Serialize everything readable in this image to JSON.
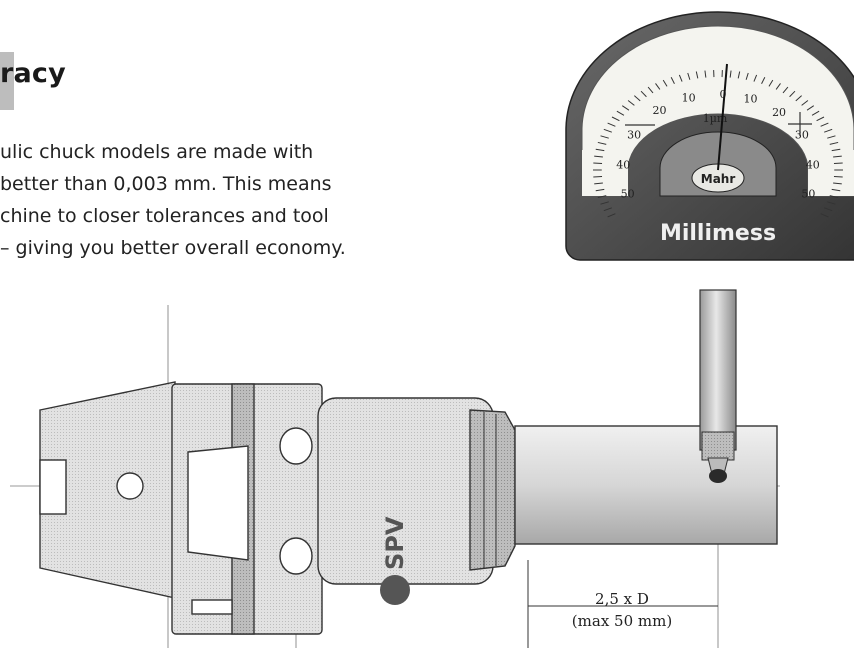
{
  "text": {
    "heading": "racy",
    "lines": [
      "ulic chuck models are made with",
      " better than 0,003 mm. This means",
      "chine to closer tolerances and tool",
      "– giving you better overall economy."
    ]
  },
  "gauge": {
    "brand": "Mahr",
    "model": "Millimess",
    "unit": "1µm",
    "scale_labels": [
      "20",
      "10",
      "0",
      "10",
      "20",
      "30",
      "30",
      "40",
      "40",
      "50",
      "50"
    ]
  },
  "chuck": {
    "logo": "SPV"
  },
  "dimension": {
    "line1": "2,5 x D",
    "line2": "(max 50 mm)"
  },
  "colors": {
    "gauge_body": "#4a4a4a",
    "gauge_face": "#f4f4ef",
    "steel": "#d0d0d0",
    "accent_block": "#bdbdbd"
  }
}
